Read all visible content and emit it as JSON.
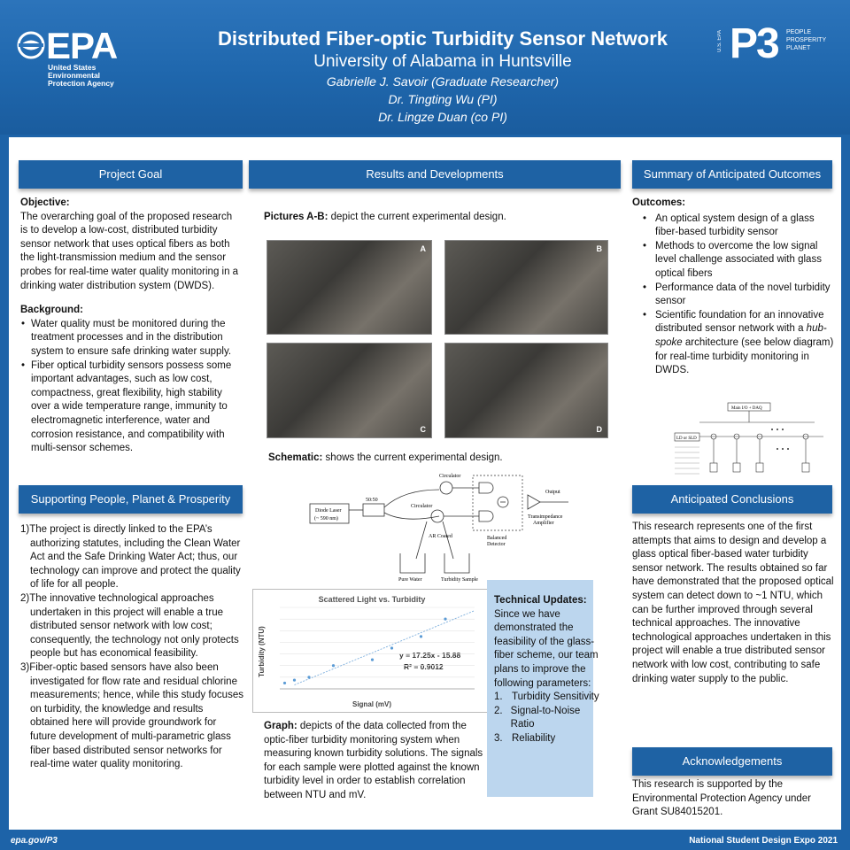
{
  "header": {
    "agency_word": "EPA",
    "agency_sub": "United States\nEnvironmental\nProtection Agency",
    "title": "Distributed Fiber-optic Turbidity Sensor Network",
    "university": "University of Alabama in Huntsville",
    "people": [
      "Gabrielle J. Savoir (Graduate Researcher)",
      "Dr. Tingting Wu (PI)",
      "Dr. Lingze Duan (co PI)"
    ],
    "p3_logo": "P3",
    "p3_tag": "U.S. EPA",
    "p3_words": [
      "PEOPLE",
      "PROSPERITY",
      "PLANET"
    ]
  },
  "project_goal": {
    "header": "Project Goal",
    "objective_title": "Objective:",
    "objective_text": "The overarching goal of the proposed research is to develop a low-cost, distributed turbidity sensor network that uses optical fibers as both the light-transmission medium and the sensor probes for real-time water quality monitoring in a drinking water distribution system (DWDS).",
    "background_title": "Background:",
    "background_items": [
      "Water quality must be monitored during the treatment processes and in the distribution system to ensure safe drinking water supply.",
      "Fiber optical turbidity sensors possess some important advantages, such as low cost, compactness, great flexibility, high stability over a wide temperature range, immunity to electromagnetic interference, water and corrosion resistance, and compatibility with multi-sensor schemes."
    ]
  },
  "supporting": {
    "header": "Supporting People, Planet & Prosperity",
    "items": [
      "1)The project is directly linked to the EPA’s authorizing statutes, including the Clean Water Act and the Safe Drinking Water Act; thus, our technology can improve and protect the quality of life for all people.",
      "2)The innovative technological approaches undertaken in this project will enable a true distributed sensor network with low cost; consequently, the technology not only protects people but has economical feasibility.",
      "3)Fiber-optic based sensors have also been investigated for flow rate and residual chlorine measurements; hence, while this study focuses on turbidity, the knowledge and results obtained here will provide groundwork for future development of multi-parametric glass fiber based distributed sensor networks for real-time water quality monitoring."
    ]
  },
  "results": {
    "header": "Results and Developments",
    "pictures_label": "Pictures A-B:",
    "pictures_text": " depict the current experimental design.",
    "photo_labels": [
      "A",
      "B",
      "C",
      "D"
    ],
    "schematic_label": "Schematic:",
    "schematic_text": " shows the current experimental design.",
    "schematic_parts": {
      "laser": "Diode Laser",
      "laser_wl": "(~ 590 nm)",
      "splitter": "50:50",
      "circ1": "Circulator",
      "circ2": "Circulator",
      "output": "Output",
      "ar": "AR Coated",
      "balanced": "Balanced",
      "detector": "Detector",
      "tia1": "Transimpedance",
      "tia2": "Amplifier",
      "pure": "Pure Water",
      "sample": "Turbidity Sample"
    },
    "graph_label": "Graph:",
    "graph_text": " depicts of the data collected from the optic-fiber turbidity monitoring system when measuring known turbidity solutions. The signals for each sample were plotted against the known turbidity level in order to establish correlation between NTU and mV."
  },
  "chart_data": {
    "type": "scatter",
    "title": "Scattered Light vs. Turbidity",
    "xlabel": "Signal (mV)",
    "ylabel": "Turbidity (NTU)",
    "equation": "y = 17.25x - 15.88",
    "r2": "R² = 0.9012",
    "xlim": [
      0.9,
      1.7
    ],
    "ylim": [
      0,
      14
    ],
    "x": [
      0.92,
      0.96,
      1.02,
      1.12,
      1.28,
      1.36,
      1.48,
      1.58
    ],
    "y": [
      1,
      1.5,
      2,
      4,
      5,
      7,
      9,
      12
    ],
    "trend": {
      "slope": 17.25,
      "intercept": -15.88
    },
    "color": "#5b9bd5"
  },
  "technical": {
    "title": "Technical Updates:",
    "text": "Since we have demonstrated the feasibility of the glass-fiber scheme, our team plans to improve the following parameters:",
    "items": [
      "1.",
      "2.",
      "3."
    ],
    "item_texts": [
      "Turbidity Sensitivity",
      "Signal-to-Noise Ratio",
      "Reliability"
    ]
  },
  "outcomes": {
    "header": "Summary of  Anticipated Outcomes",
    "title": "Outcomes:",
    "items": [
      "An optical system design of a glass fiber-based turbidity sensor",
      "Methods to overcome the low signal level challenge associated with glass optical fibers",
      "Performance data of the novel turbidity sensor"
    ],
    "last_pre": "Scientific foundation for an innovative distributed sensor network with a ",
    "last_em": "hub-spoke",
    "last_post": " architecture (see below diagram) for real-time turbidity monitoring in DWDS.",
    "diagram_top": "Main I/O + DAQ",
    "diagram_left": "LD or SLD"
  },
  "conclusions": {
    "header": "Anticipated Conclusions",
    "text": "This research represents one of the first attempts that aims to design and develop a glass optical fiber-based water turbidity sensor network. The results obtained so far have demonstrated that the proposed optical system can detect down to ~1 NTU, which can be further improved through several technical approaches. The innovative technological approaches undertaken in this project will enable a true distributed sensor network with low cost, contributing to safe drinking water supply to the public."
  },
  "acknowledgements": {
    "header": "Acknowledgements",
    "text": "This research is supported by the Environmental Protection Agency under Grant SU84015201."
  },
  "footer": {
    "left": "epa.gov/P3",
    "right": "National Student Design Expo 2021"
  },
  "colors": {
    "background": "#1d63a8",
    "header_bar": "#1e62a4",
    "tech_box": "#bcd6ee"
  }
}
